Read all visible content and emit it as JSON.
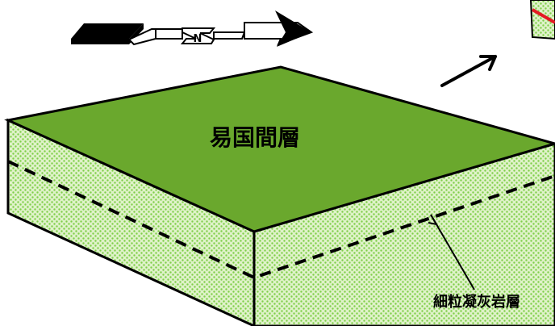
{
  "diagram": {
    "top_layer_label": "易国間層",
    "lower_layer_label": "細粒凝灰岩層",
    "north_arrow_letter": "N",
    "colors": {
      "top_face": "#6aa82d",
      "side_fill_base": "#dff2c9",
      "side_pattern_dot": "#7fcf49",
      "outline": "#000000",
      "accent_red": "#e31b23"
    },
    "icons": {
      "north_arrow": "north-arrow-icon",
      "direction_arrow": "direction-arrow-icon",
      "leader_line": "pointer-line"
    }
  }
}
